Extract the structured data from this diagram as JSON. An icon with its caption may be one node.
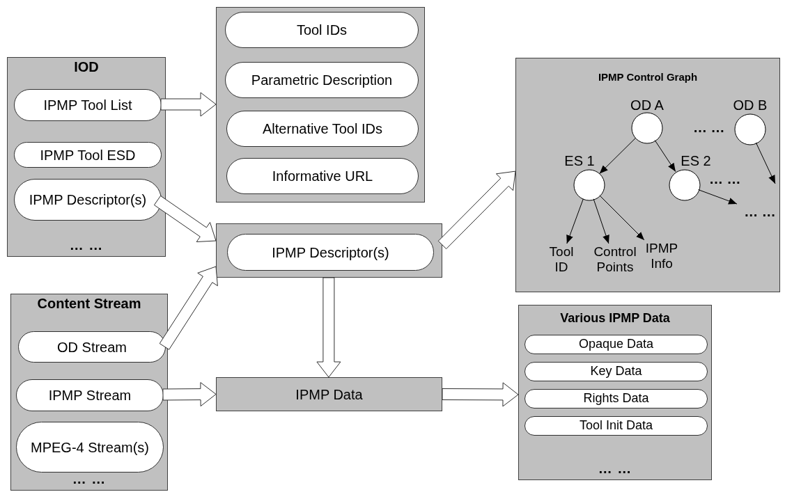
{
  "diagram": {
    "nodes": [
      {
        "text": [
          "IOD",
          "… …"
        ]
      },
      {
        "text": [
          "IPMP Tool List"
        ],
        "in": 0
      },
      {
        "text": [
          "IPMP Tool ESD"
        ],
        "in": 0
      },
      {
        "text": [
          "IPMP Descriptor(s)"
        ],
        "in": 0
      },
      {
        "text": [],
        "shape": "box"
      },
      {
        "text": [
          "Tool IDs"
        ],
        "in": 4
      },
      {
        "text": [
          "Parametric Description"
        ],
        "in": 4
      },
      {
        "text": [
          "Alternative Tool IDs"
        ],
        "in": 4
      },
      {
        "text": [
          "Informative URL"
        ],
        "in": 4
      },
      {
        "text": [],
        "shape": "box"
      },
      {
        "text": [
          "IPMP Descriptor(s)"
        ],
        "in": 9
      },
      {
        "text": [
          "IPMP Control Graph"
        ]
      },
      {
        "text": [
          "OD A"
        ],
        "in": 11
      },
      {
        "text": [
          "OD B"
        ],
        "in": 11
      },
      {
        "text": [
          "ES 1"
        ],
        "in": 11
      },
      {
        "text": [
          "ES 2"
        ],
        "in": 11
      },
      {
        "text": [
          "Tool ID"
        ],
        "in": 11
      },
      {
        "text": [
          "Control Points"
        ],
        "in": 11
      },
      {
        "text": [
          "IPMP Info"
        ],
        "in": 11
      },
      {
        "text": [
          "… …"
        ],
        "in": 11
      },
      {
        "text": [
          "Content Stream",
          "… …"
        ]
      },
      {
        "text": [
          "OD Stream"
        ],
        "in": 20
      },
      {
        "text": [
          "IPMP Stream"
        ],
        "in": 20
      },
      {
        "text": [
          "MPEG-4 Stream(s)"
        ],
        "in": 20
      },
      {
        "text": [
          "IPMP Data"
        ]
      },
      {
        "text": [
          "Various IPMP Data",
          "… …"
        ]
      },
      {
        "text": [
          "Opaque Data"
        ],
        "in": 25
      },
      {
        "text": [
          "Key Data"
        ],
        "in": 25
      },
      {
        "text": [
          "Rights Data"
        ],
        "in": 25
      },
      {
        "text": [
          "Tool Init Data"
        ],
        "in": 25
      }
    ],
    "edges": [
      {
        "from": 1,
        "to": 4,
        "arrow": "to",
        "style": "thick"
      },
      {
        "from": 3,
        "to": 9,
        "arrow": "to",
        "style": "thick"
      },
      {
        "from": 21,
        "to": 9,
        "arrow": "to",
        "style": "thick"
      },
      {
        "from": 9,
        "to": 11,
        "arrow": "to",
        "style": "thick"
      },
      {
        "from": 9,
        "to": 24,
        "arrow": "to",
        "style": "thick"
      },
      {
        "from": 22,
        "to": 24,
        "arrow": "to",
        "style": "thick"
      },
      {
        "from": 24,
        "to": 25,
        "arrow": "to",
        "style": "thick"
      },
      {
        "from": 12,
        "to": 14,
        "arrow": "to"
      },
      {
        "from": 12,
        "to": 15,
        "arrow": "to"
      },
      {
        "from": 14,
        "to": 16,
        "arrow": "to"
      },
      {
        "from": 14,
        "to": 17,
        "arrow": "to"
      },
      {
        "from": 14,
        "to": 18,
        "arrow": "to"
      },
      {
        "from": 15,
        "to": 19,
        "arrow": "to"
      },
      {
        "from": 13,
        "to": null,
        "arrow": "to"
      }
    ],
    "labels": [
      "… …",
      "… …"
    ]
  }
}
